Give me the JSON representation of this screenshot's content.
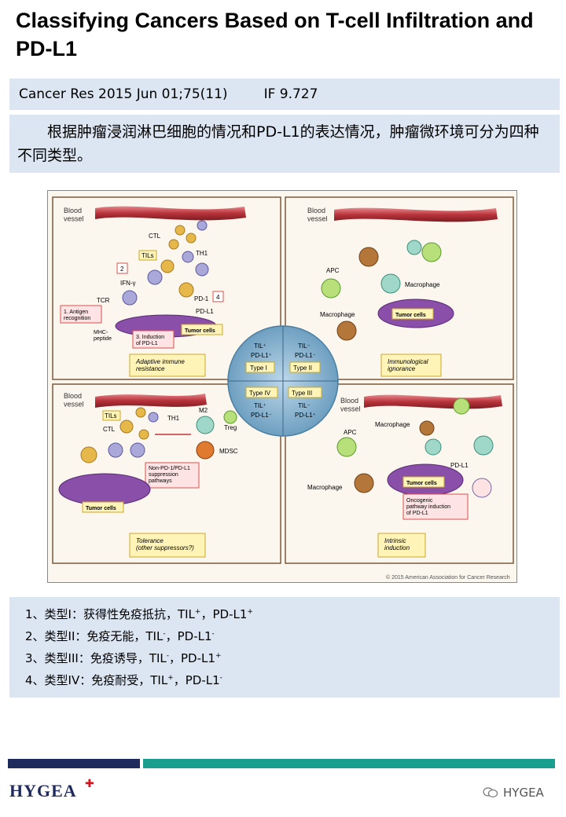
{
  "title": "Classifying Cancers Based on T-cell Infiltration and PD-L1",
  "citation": {
    "journal": "Cancer Res 2015 Jun 01;75(11)",
    "impact": "IF 9.727"
  },
  "intro": "根据肿瘤浸润淋巴细胞的情况和PD-L1的表达情况，肿瘤微环境可分为四种不同类型。",
  "figure": {
    "q1": {
      "blood_vessel": "Blood\nvessel",
      "ctl": "CTL",
      "tils": "TILs",
      "th1": "TH1",
      "num2": "2",
      "ifn": "IFN-γ",
      "tcr": "TCR",
      "pd1": "PD-1",
      "num4": "4",
      "pdl1": "PD-L1",
      "box1": "1. Antigen\nrecognition",
      "mhc": "MHC-\npeptide",
      "box3": "3. Induction\nof PD-L1",
      "tumor": "Tumor cells",
      "caption": "Adaptive immune\nresistance"
    },
    "q2": {
      "blood_vessel": "Blood\nvessel",
      "apc": "APC",
      "macrophage1": "Macrophage",
      "macrophage2": "Macrophage",
      "tumor": "Tumor cells",
      "caption": "Immunological\nignorance"
    },
    "q3": {
      "blood_vessel": "Blood\nvessel",
      "tils": "TILs",
      "ctl": "CTL",
      "th1": "TH1",
      "m2": "M2",
      "treg": "Treg",
      "mdsc": "MDSC",
      "box": "Non-PD-1/PD-L1\nsuppression\npathways",
      "tumor": "Tumor cells",
      "caption": "Tolerance\n(other suppressors?)"
    },
    "q4": {
      "blood_vessel": "Blood\nvessel",
      "apc": "APC",
      "macrophage1": "Macrophage",
      "macrophage2": "Macrophage",
      "pdl1": "PD-L1",
      "tumor": "Tumor cells",
      "box": "Oncogenic\npathway induction\nof PD-L1",
      "caption": "Intrinsic\ninduction"
    },
    "center": {
      "t1_til": "TIL⁺",
      "t1_pdl1": "PD-L1⁺",
      "t1": "Type I",
      "t2_til": "TIL⁻",
      "t2_pdl1": "PD-L1⁻",
      "t2": "Type II",
      "t4_til": "TIL⁺",
      "t4_pdl1": "PD-L1⁻",
      "t4": "Type IV",
      "t3_til": "TIL⁻",
      "t3_pdl1": "PD-L1⁺",
      "t3": "Type III"
    },
    "copyright": "© 2015 American Association for Cancer Research",
    "colors": {
      "vessel": "#b8323a",
      "tumor": "#8a4fa8",
      "circle": "#7aa7c7",
      "frame": "#7b5a3c"
    }
  },
  "types": [
    {
      "prefix": "1、类型I：获得性免疫抵抗，TIL",
      "sup1": "+",
      "mid": "，PD-L1",
      "sup2": "+"
    },
    {
      "prefix": "2、类型II：免疫无能，TIL",
      "sup1": "-",
      "mid": "，PD-L1",
      "sup2": "-"
    },
    {
      "prefix": "3、类型III：免疫诱导，TIL",
      "sup1": "-",
      "mid": "，PD-L1",
      "sup2": "+"
    },
    {
      "prefix": "4、类型IV：免疫耐受，TIL",
      "sup1": "+",
      "mid": "，PD-L1",
      "sup2": "-"
    }
  ],
  "footer": {
    "logo": "HYGEA",
    "logo_mark": "✚",
    "wechat": "HYGEA",
    "wechat_icon": "wechat-icon"
  }
}
